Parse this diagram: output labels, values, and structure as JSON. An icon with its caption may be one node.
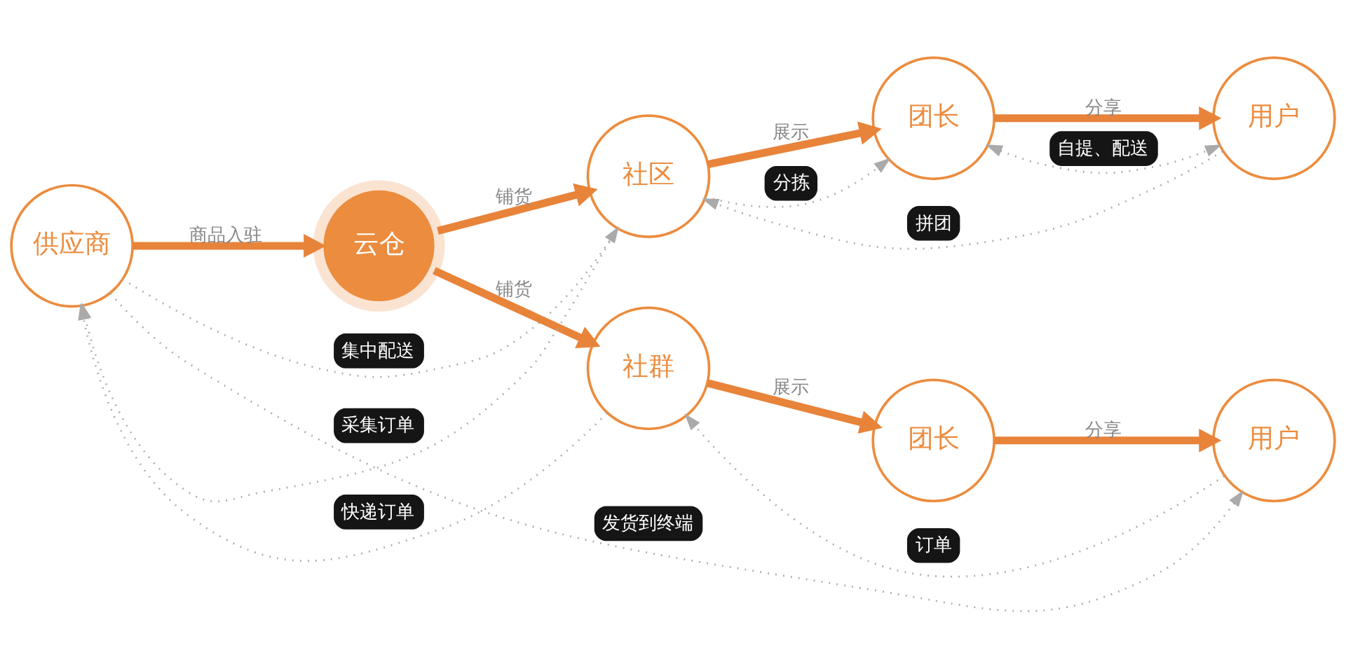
{
  "diagram": {
    "nodes": [
      {
        "text": [
          "供应商"
        ]
      },
      {
        "text": [
          "云仓"
        ]
      },
      {
        "text": [
          "社区"
        ]
      },
      {
        "text": [
          "团长"
        ]
      },
      {
        "text": [
          "用户"
        ]
      },
      {
        "text": [
          "社群"
        ]
      },
      {
        "text": [
          "团长"
        ]
      },
      {
        "text": [
          "用户"
        ]
      }
    ],
    "edges": [
      {
        "from": 0,
        "to": 1,
        "arrow": "to",
        "label": "商品入驻",
        "style": "thick",
        "color": "#e8833a"
      },
      {
        "from": 1,
        "to": 2,
        "arrow": "to",
        "label": "铺货",
        "style": "thick",
        "color": "#e8833a"
      },
      {
        "from": 1,
        "to": 5,
        "arrow": "to",
        "label": "铺货",
        "style": "thick",
        "color": "#e8833a"
      },
      {
        "from": 2,
        "to": 3,
        "arrow": "to",
        "label": "展示",
        "style": "thick",
        "color": "#e8833a"
      },
      {
        "from": 3,
        "to": 4,
        "arrow": "to",
        "label": "分享",
        "style": "thick",
        "color": "#e8833a"
      },
      {
        "from": 5,
        "to": 6,
        "arrow": "to",
        "label": "展示",
        "style": "thick",
        "color": "#e8833a"
      },
      {
        "from": 6,
        "to": 7,
        "arrow": "to",
        "label": "分享",
        "style": "thick",
        "color": "#e8833a"
      },
      {
        "from": 0,
        "to": 2,
        "arrow": "to",
        "label": "集中配送",
        "style": "dashed",
        "color": "#aaaaaa"
      },
      {
        "from": 2,
        "to": 0,
        "arrow": "to",
        "label": "采集订单",
        "style": "dashed",
        "color": "#aaaaaa"
      },
      {
        "from": 2,
        "to": 3,
        "arrow": "to",
        "label": "分拣",
        "style": "dashed",
        "color": "#aaaaaa"
      },
      {
        "from": 3,
        "to": 4,
        "arrow": "both",
        "label": "自提、配送",
        "style": "dashed",
        "color": "#aaaaaa"
      },
      {
        "from": 4,
        "to": 2,
        "arrow": "to",
        "label": "拼团",
        "style": "dashed",
        "color": "#aaaaaa"
      },
      {
        "from": 5,
        "to": 0,
        "arrow": "to",
        "label": "快递订单",
        "style": "dashed",
        "color": "#aaaaaa"
      },
      {
        "from": 0,
        "to": 7,
        "arrow": "to",
        "label": "发货到终端",
        "style": "dashed",
        "color": "#aaaaaa"
      },
      {
        "from": 7,
        "to": 5,
        "arrow": "to",
        "label": "订单",
        "style": "dashed",
        "color": "#aaaaaa"
      }
    ]
  }
}
